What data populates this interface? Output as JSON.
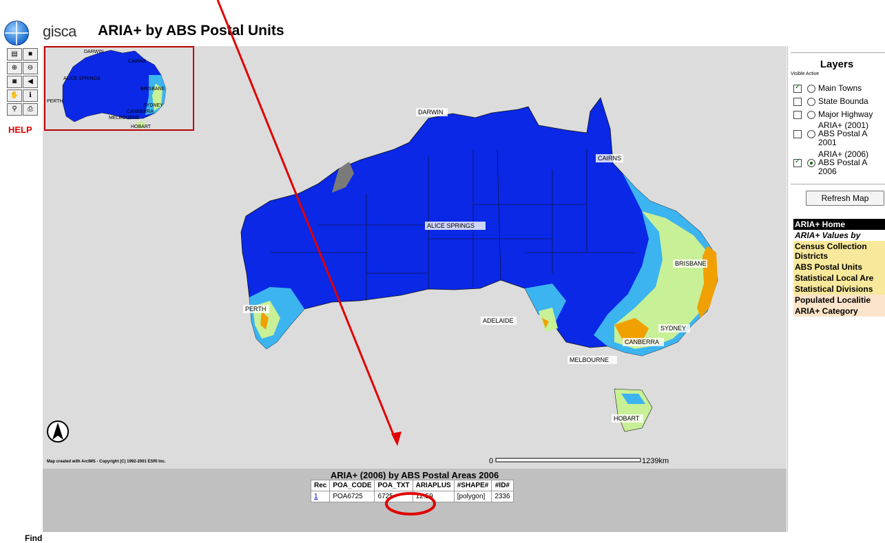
{
  "header": {
    "brand": "gisca",
    "title": "ARIA+ by ABS Postal Units"
  },
  "toolbar": {
    "help_label": "HELP",
    "find_label": "Find"
  },
  "overview": {
    "labels": [
      "DARWIN",
      "CAIRNS",
      "ALICE SPRINGS",
      "BRISBANE",
      "PERTH",
      "SYDNEY",
      "CANBERRA",
      "MELBOURNE",
      "HOBART"
    ]
  },
  "map": {
    "cities": [
      "DARWIN",
      "CAIRNS",
      "ALICE SPRINGS",
      "BRISBANE",
      "PERTH",
      "SYDNEY",
      "ADELAIDE",
      "CANBERRA",
      "MELBOURNE",
      "HOBART"
    ],
    "credit": "Map created with ArcIMS - Copyright (C) 1992-2001 ESRI Inc.",
    "scale_start": "0",
    "scale_end": "1239km",
    "colors": {
      "dark_blue": "#0a28e6",
      "light_blue": "#3cb4f0",
      "green": "#c8f096",
      "orange": "#f0a000",
      "gray": "#7a7a7a"
    }
  },
  "results": {
    "title": "ARIA+ (2006) by ABS Postal Areas 2006",
    "columns": [
      "Rec",
      "POA_CODE",
      "POA_TXT",
      "ARIAPLUS",
      "#SHAPE#",
      "#ID#"
    ],
    "rows": [
      [
        "1",
        "POA6725",
        "6725",
        "12.59",
        "[polygon]",
        "2336"
      ]
    ]
  },
  "layers": {
    "title": "Layers",
    "visible_active": "Visible Active",
    "items": [
      {
        "label": "Main Towns"
      },
      {
        "label": "State Bounda"
      },
      {
        "label": "Major Highway"
      },
      {
        "label": "ARIA+ (2001)",
        "line2": "ABS Postal A",
        "line3": "2001"
      },
      {
        "label": "ARIA+ (2006)",
        "line2": "ABS Postal A",
        "line3": "2006"
      }
    ],
    "refresh_label": "Refresh Map"
  },
  "menu": {
    "items": [
      "ARIA+ Home",
      "ARIA+ Values by",
      "Census Collection Districts",
      "ABS Postal Units",
      "Statistical Local Are",
      "Statistical Divisions",
      "Populated Localitie",
      "ARIA+ Category"
    ]
  }
}
